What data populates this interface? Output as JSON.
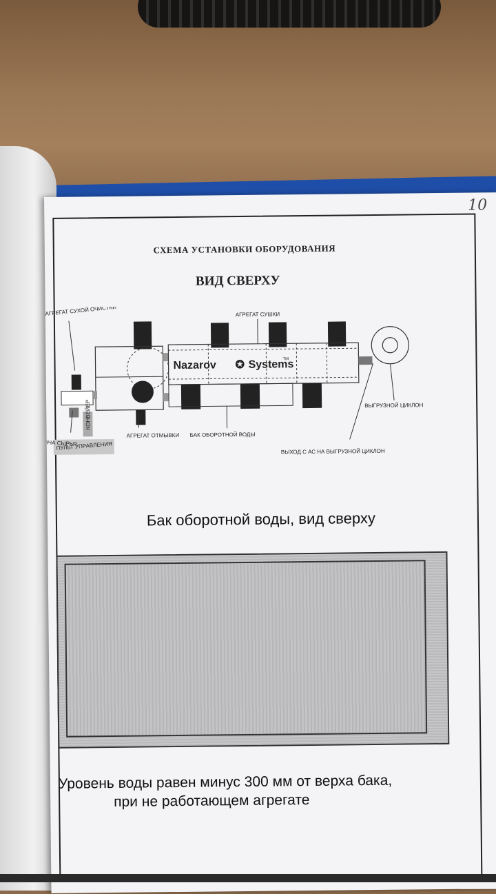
{
  "page_number": "10",
  "header": {
    "title": "СХЕМА УСТАНОВКИ ОБОРУДОВАНИЯ",
    "subtitle": "ВИД СВЕРХУ"
  },
  "diagram": {
    "logo_left": "Nazarov",
    "logo_right": "Systems",
    "trademark": "TM",
    "labels": {
      "dry_cleaning": "АГРЕГАТ СУХОЙ ОЧИСТКИ",
      "drying": "АГРЕГАТ СУШКИ",
      "washing": "АГРЕГАТ ОТМЫВКИ",
      "water_tank": "БАК ОБОРОТНОЙ ВОДЫ",
      "cyclone": "ВЫГРУЗНОЙ ЦИКЛОН",
      "exit": "ВЫХОД С АС НА ВЫГРУЗНОЙ ЦИКЛОН",
      "feed": "ПОДАЧА СЫРЬЯ",
      "control": "ПУЛЬТ УПРАВЛЕНИЯ",
      "conveyor": "КОНВЕЙЕР"
    }
  },
  "tank_section": {
    "title": "Бак оборотной воды, вид сверху"
  },
  "note": {
    "line1": "Уровень воды равен минус 300 мм от верха бака,",
    "line2": "при не работающем агрегате"
  }
}
